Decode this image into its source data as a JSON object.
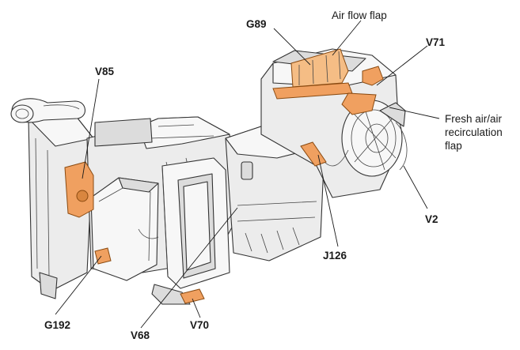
{
  "labels": {
    "g89": "G89",
    "air_flow_flap": "Air flow flap",
    "v71": "V71",
    "v85": "V85",
    "fresh_air_1": "Fresh air/air",
    "fresh_air_2": "recirculation",
    "fresh_air_3": "flap",
    "v2": "V2",
    "j126": "J126",
    "g192": "G192",
    "v68": "V68",
    "v70": "V70"
  },
  "colors": {
    "highlight": "#f0a060",
    "line": "#1a1a1a"
  }
}
